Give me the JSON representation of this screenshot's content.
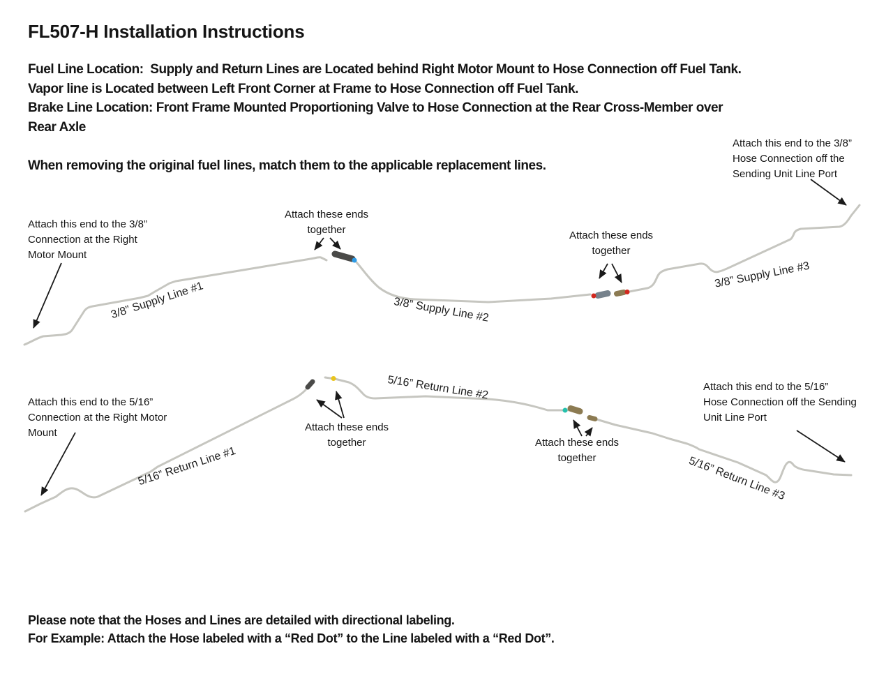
{
  "title": "FL507-H Installation Instructions",
  "intro": {
    "line1": "Fuel Line Location:  Supply and Return Lines are Located behind Right Motor Mount to Hose Connection off Fuel Tank.",
    "line2": "Vapor line is Located between Left Front Corner at Frame to Hose Connection off Fuel Tank.",
    "line3": "Brake Line Location: Front Frame Mounted Proportioning Valve to Hose Connection at the Rear Cross-Member over",
    "line4": "Rear Axle"
  },
  "removal_note": "When removing the original fuel lines, match them to the applicable replacement lines.",
  "supply": {
    "attach_left": "Attach this end to the 3/8”\nConnection at the Right\nMotor Mount",
    "attach_mid": "Attach these ends\ntogether",
    "attach_mid2": "Attach these ends\ntogether",
    "attach_right": "Attach this end to the 3/8”\nHose Connection off the\nSending Unit Line Port",
    "line1_label": "3/8” Supply Line #1",
    "line2_label": "3/8” Supply Line #2",
    "line3_label": "3/8” Supply Line #3"
  },
  "return": {
    "attach_left": "Attach this end to the 5/16”\nConnection at the Right Motor\nMount",
    "attach_mid": "Attach these ends\ntogether",
    "attach_mid2": "Attach these ends\ntogether",
    "attach_right": "Attach this end to the 5/16”\nHose Connection off the Sending\nUnit Line Port",
    "line1_label": "5/16” Return Line #1",
    "line2_label": "5/16” Return Line #2",
    "line3_label": "5/16” Return Line #3"
  },
  "footer": {
    "note1": "Please note that the Hoses and Lines are detailed with directional labeling.",
    "note2": "For Example: Attach the Hose labeled with a “Red Dot” to the Line labeled with a “Red Dot”."
  },
  "colors": {
    "line": "#c6c6c0",
    "arrow": "#1a1a1a",
    "fitting_dark": "#4a4a48",
    "fitting_steel": "#76828c",
    "fitting_brass": "#8c7b52",
    "red_dot": "#d2281e",
    "blue_dot": "#2e9be6",
    "yellow_dot": "#e9c41c",
    "teal_dot": "#25c1ad"
  }
}
